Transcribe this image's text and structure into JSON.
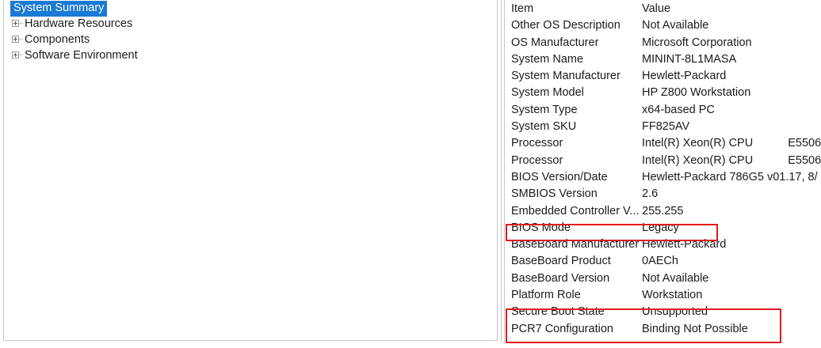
{
  "tree": {
    "selected": "System Summary",
    "nodes": [
      {
        "label": "System Summary",
        "selected": true,
        "expandable": false
      },
      {
        "label": "Hardware Resources",
        "selected": false,
        "expandable": true
      },
      {
        "label": "Components",
        "selected": false,
        "expandable": true
      },
      {
        "label": "Software Environment",
        "selected": false,
        "expandable": true
      }
    ]
  },
  "details": {
    "columns": {
      "item": "Item",
      "value": "Value"
    },
    "rows": [
      {
        "item": "Other OS Description",
        "value": "Not Available"
      },
      {
        "item": "OS Manufacturer",
        "value": "Microsoft Corporation"
      },
      {
        "item": "System Name",
        "value": "MININT-8L1MASA"
      },
      {
        "item": "System Manufacturer",
        "value": "Hewlett-Packard"
      },
      {
        "item": "System Model",
        "value": "HP Z800 Workstation"
      },
      {
        "item": "System Type",
        "value": "x64-based PC"
      },
      {
        "item": "System SKU",
        "value": "FF825AV"
      },
      {
        "item": "Processor",
        "value": "Intel(R) Xeon(R) CPU",
        "value_tail": "E5506"
      },
      {
        "item": "Processor",
        "value": "Intel(R) Xeon(R) CPU",
        "value_tail": "E5506"
      },
      {
        "item": "BIOS Version/Date",
        "value": "Hewlett-Packard 786G5 v01.17, 8/"
      },
      {
        "item": "SMBIOS Version",
        "value": "2.6"
      },
      {
        "item": "Embedded Controller V...",
        "value": "255.255"
      },
      {
        "item": "BIOS Mode",
        "value": "Legacy",
        "highlighted": true
      },
      {
        "item": "BaseBoard Manufacturer",
        "value": "Hewlett-Packard"
      },
      {
        "item": "BaseBoard Product",
        "value": "0AECh"
      },
      {
        "item": "BaseBoard Version",
        "value": "Not Available"
      },
      {
        "item": "Platform Role",
        "value": "Workstation"
      },
      {
        "item": "Secure Boot State",
        "value": "Unsupported",
        "highlighted": true
      },
      {
        "item": "PCR7 Configuration",
        "value": "Binding Not Possible",
        "highlighted": true
      }
    ]
  },
  "annotations": {
    "color": "#e01b1b",
    "boxes": [
      {
        "name": "bios-mode-highlight",
        "targets": [
          "BIOS Mode"
        ]
      },
      {
        "name": "secure-boot-highlight",
        "targets": [
          "Secure Boot State",
          "PCR7 Configuration"
        ]
      }
    ]
  },
  "colors": {
    "selection_background": "#1a7ad4",
    "selection_text": "#ffffff",
    "text": "#1b1b1b",
    "border": "#c8c8c8",
    "annotation": "#e01b1b",
    "background": "#ffffff"
  }
}
